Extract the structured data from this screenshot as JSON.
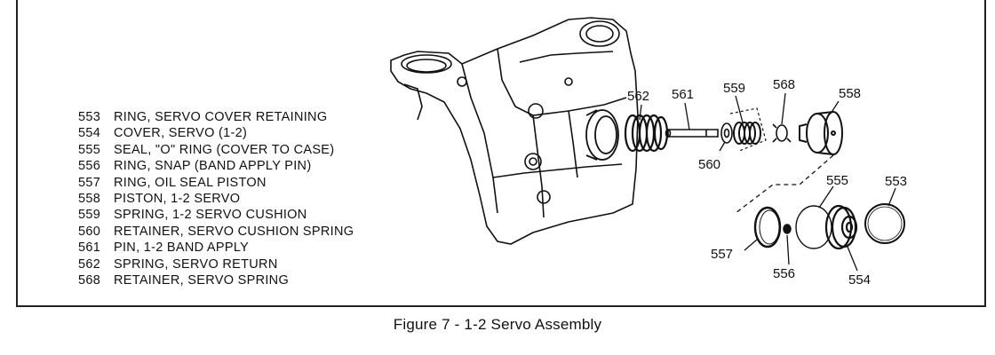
{
  "legend": [
    {
      "num": "553",
      "desc": "RING, SERVO COVER RETAINING"
    },
    {
      "num": "554",
      "desc": "COVER, SERVO (1-2)"
    },
    {
      "num": "555",
      "desc": "SEAL, \"O\" RING (COVER TO CASE)"
    },
    {
      "num": "556",
      "desc": "RING, SNAP (BAND APPLY PIN)"
    },
    {
      "num": "557",
      "desc": "RING, OIL SEAL PISTON"
    },
    {
      "num": "558",
      "desc": "PISTON, 1-2 SERVO"
    },
    {
      "num": "559",
      "desc": "SPRING, 1-2 SERVO CUSHION"
    },
    {
      "num": "560",
      "desc": "RETAINER, SERVO CUSHION SPRING"
    },
    {
      "num": "561",
      "desc": "PIN, 1-2 BAND APPLY"
    },
    {
      "num": "562",
      "desc": "SPRING, SERVO RETURN"
    },
    {
      "num": "568",
      "desc": "RETAINER, SERVO SPRING"
    }
  ],
  "callouts": {
    "c562": "562",
    "c561": "561",
    "c559": "559",
    "c568": "568",
    "c558": "558",
    "c560": "560",
    "c555": "555",
    "c553": "553",
    "c557": "557",
    "c556": "556",
    "c554": "554"
  },
  "caption": "Figure 7 - 1-2 Servo Assembly"
}
